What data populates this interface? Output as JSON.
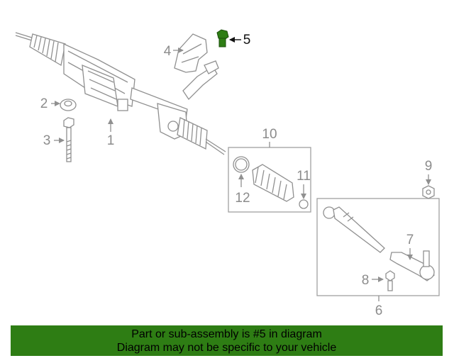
{
  "callouts": {
    "c1": "1",
    "c2": "2",
    "c3": "3",
    "c4": "4",
    "c5": "5",
    "c6": "6",
    "c7": "7",
    "c8": "8",
    "c9": "9",
    "c10": "10",
    "c11": "11",
    "c12": "12"
  },
  "highlight": {
    "callout": "5",
    "color": "#2e7d14"
  },
  "footer": {
    "line1": "Part or sub-assembly is #5 in diagram",
    "line2": "Diagram may not be specific to your vehicle",
    "background": "#2e7d14"
  }
}
